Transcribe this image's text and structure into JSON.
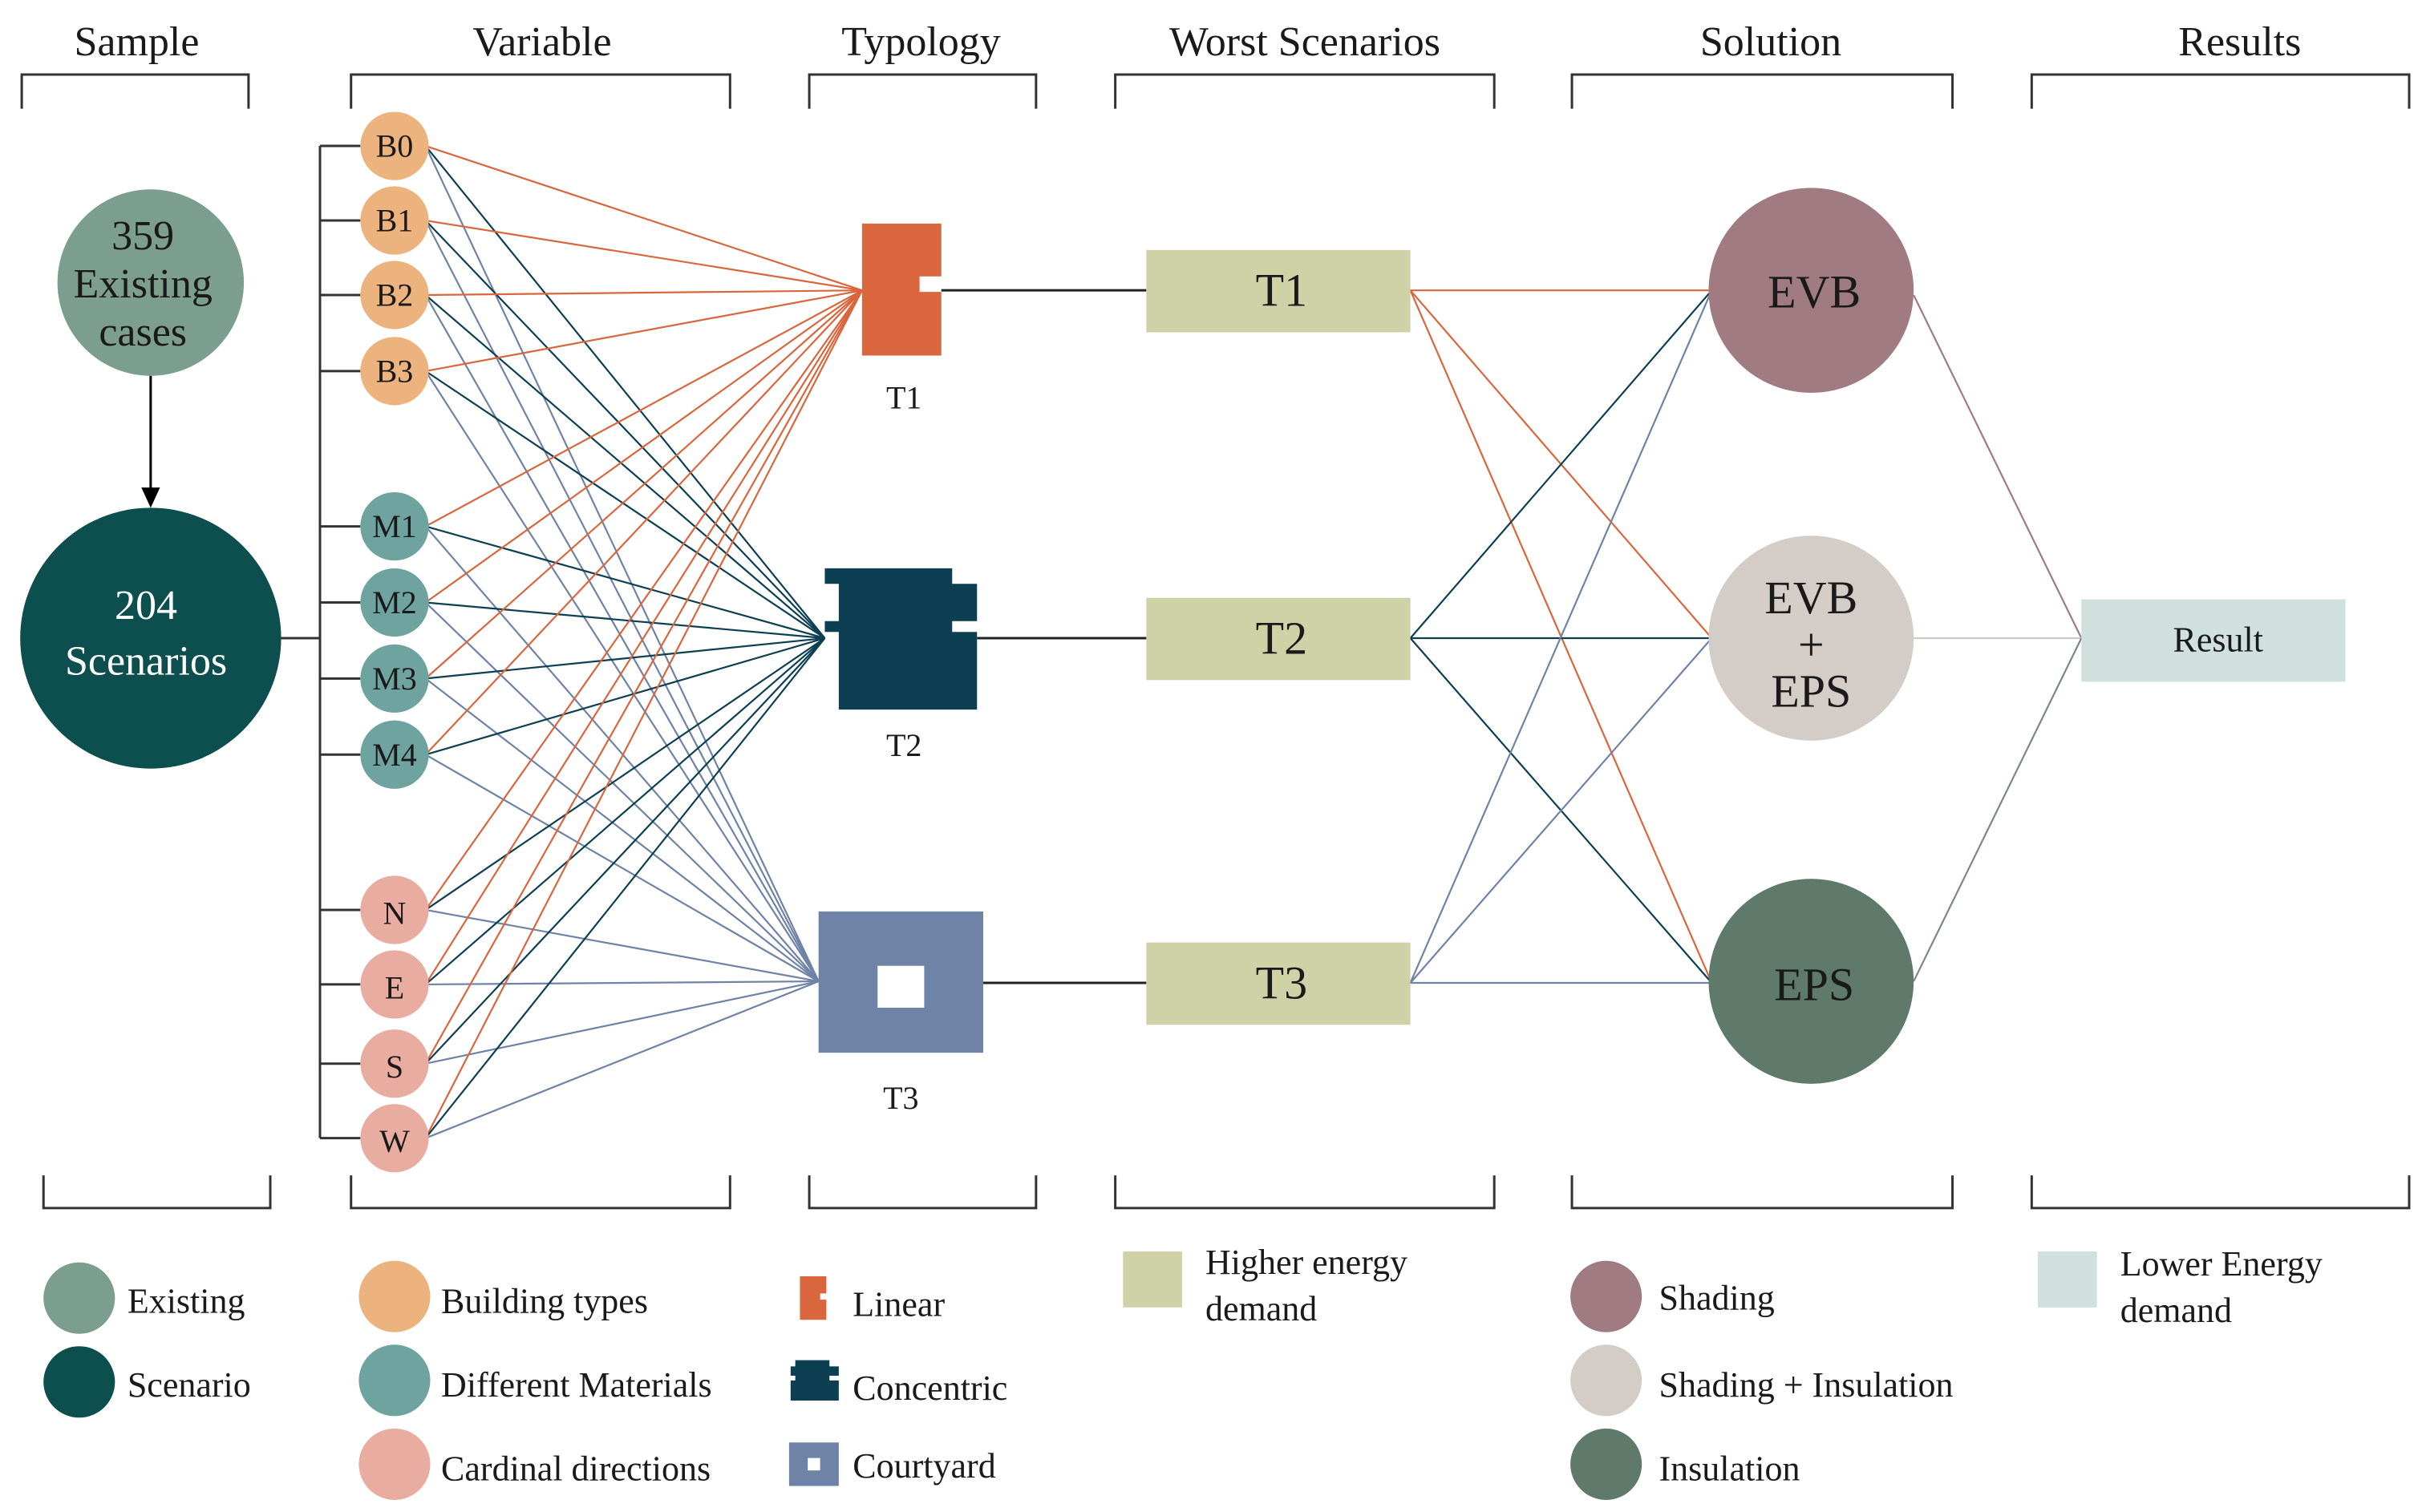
{
  "headers": {
    "sample": "Sample",
    "variable": "Variable",
    "typology": "Typology",
    "worst_scenarios": "Worst Scenarios",
    "solution": "Solution",
    "results": "Results"
  },
  "sample": {
    "existing": [
      "359",
      "Existing",
      "cases"
    ],
    "scenarios": [
      "204",
      "Scenarios"
    ]
  },
  "variables": {
    "building": [
      "B0",
      "B1",
      "B2",
      "B3"
    ],
    "materials": [
      "M1",
      "M2",
      "M3",
      "M4"
    ],
    "directions": [
      "N",
      "E",
      "S",
      "W"
    ]
  },
  "typology": [
    "T1",
    "T2",
    "T3"
  ],
  "worst": [
    "T1",
    "T2",
    "T3"
  ],
  "solution": {
    "evb": "EVB",
    "combo": [
      "EVB",
      "+",
      "EPS"
    ],
    "eps": "EPS"
  },
  "result": "Result",
  "legend": {
    "existing": "Existing",
    "scenario": "Scenario",
    "building_types": "Building types",
    "materials": "Different Materials",
    "directions": "Cardinal directions",
    "linear": "Linear",
    "concentric": "Concentric",
    "courtyard": "Courtyard",
    "higher": [
      "Higher energy",
      "demand"
    ],
    "shading": "Shading",
    "shading_insulation": "Shading + Insulation",
    "insulation": "Insulation",
    "lower": [
      "Lower Energy",
      "demand"
    ]
  },
  "colors": {
    "existing": "#7b9e8e",
    "scenario": "#0d4e4f",
    "building": "#edb37f",
    "materials": "#6fa3a0",
    "directions": "#e8ada0",
    "t1": "#d9663c",
    "t2": "#0c3f52",
    "t3": "#6e83a5",
    "worst": "#cfd1a6",
    "evb": "#a07b81",
    "combo": "#d4ccc6",
    "eps": "#5f7a6b",
    "result": "#cfe0df",
    "bracket": "#333333",
    "line_orange": "#d9663c",
    "line_navy": "#0c3f52",
    "line_blue": "#6e83a5",
    "line_mauve": "#a07b81",
    "line_grey": "#999999"
  }
}
